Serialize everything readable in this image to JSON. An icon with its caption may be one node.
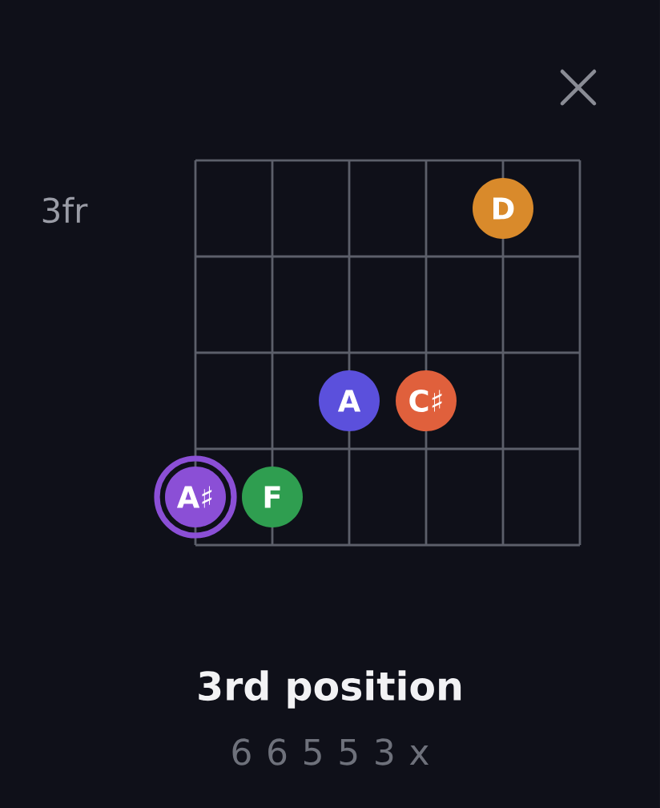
{
  "diagram": {
    "title": "3rd position",
    "nodes": [
      {
        "text": [
          "D"
        ]
      },
      {
        "text": [
          "A"
        ]
      },
      {
        "text": [
          "C♯"
        ]
      },
      {
        "text": [
          "A♯"
        ]
      },
      {
        "text": [
          "F"
        ]
      }
    ],
    "labels": [
      "3fr",
      "6 6 5 5 3 x"
    ]
  }
}
